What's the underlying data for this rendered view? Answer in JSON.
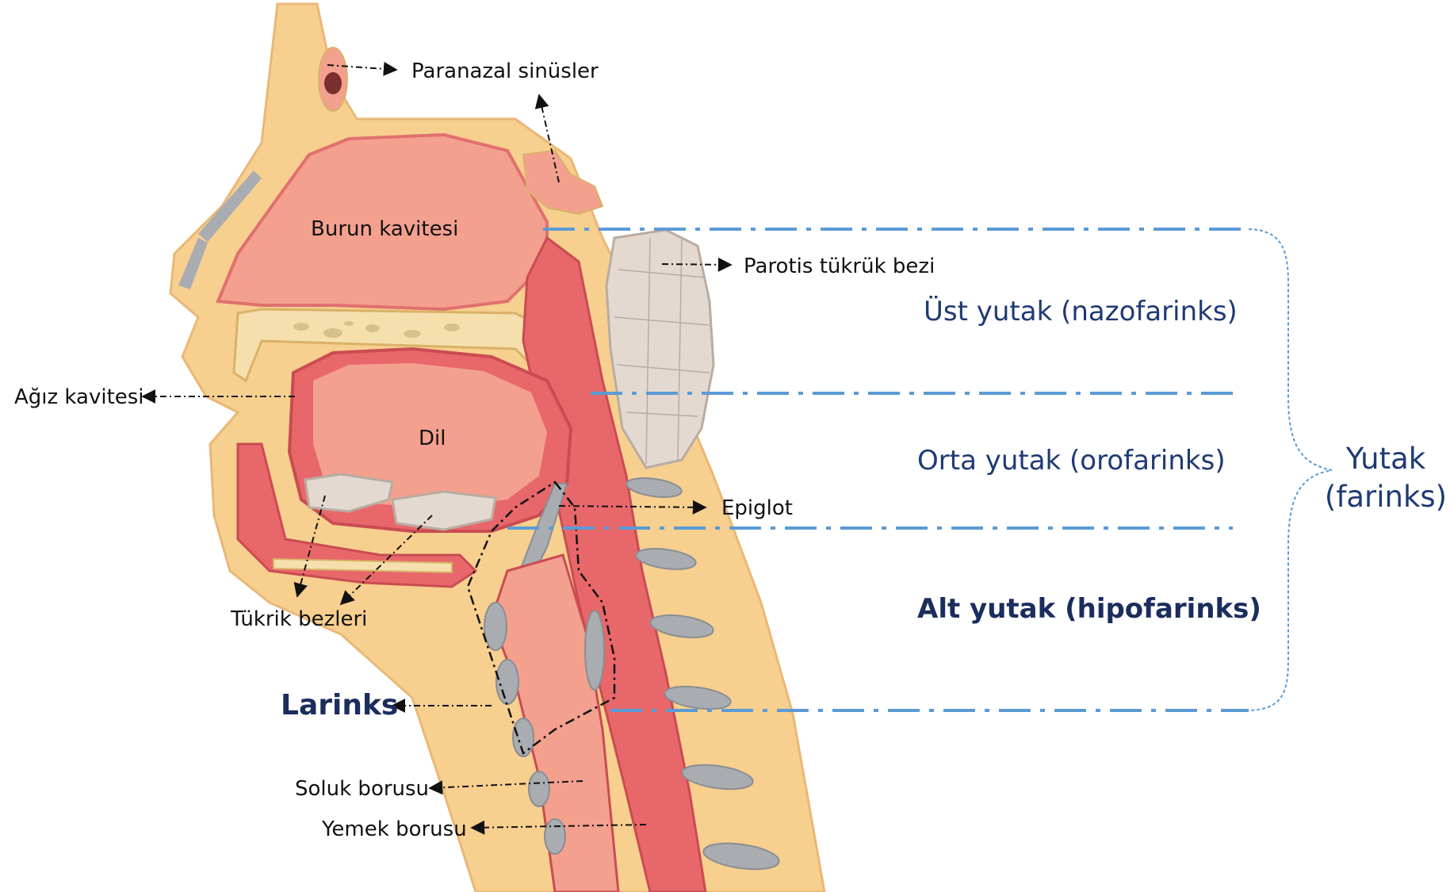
{
  "labels": {
    "paranasal": "Paranazal sinüsler",
    "burun": "Burun kavitesi",
    "parotis": "Parotis tükrük bezi",
    "agiz": "Ağız kavitesi",
    "dil": "Dil",
    "epiglot": "Epiglot",
    "tukrik": "Tükrik bezleri",
    "larinks": "Larinks",
    "soluk": "Soluk borusu",
    "yemek": "Yemek borusu"
  },
  "regions": {
    "ust": "Üst yutak (nazofarinks)",
    "orta": "Orta yutak (orofarinks)",
    "alt": "Alt yutak (hipofarinks)",
    "yutak_line1": "Yutak",
    "yutak_line2": "(farinks)"
  },
  "colors": {
    "skin": "#f7cf8f",
    "soft_tissue": "#e8676b",
    "cavity_pink": "#f4a08f",
    "bone": "#f5e0ad",
    "cartilage": "#a9adb1",
    "gland": "#e4d9d1",
    "divider": "#5b9bd5",
    "text_dark": "#1b2d5e"
  }
}
